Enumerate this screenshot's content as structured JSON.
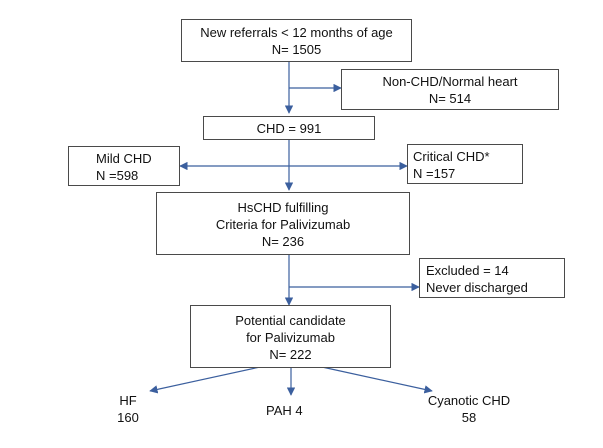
{
  "nodes": {
    "referrals": {
      "line1": "New referrals < 12 months of age",
      "line2": "N= 1505"
    },
    "non_chd": {
      "line1": "Non-CHD/Normal heart",
      "line2": "N= 514"
    },
    "chd": {
      "line1": "CHD = 991"
    },
    "mild": {
      "line1": "Mild CHD",
      "line2": "N =598"
    },
    "critical": {
      "line1": "Critical CHD*",
      "line2": "N =157"
    },
    "hschd": {
      "line1": "HsCHD fulfilling",
      "line2": "Criteria for Palivizumab",
      "line3": "N= 236"
    },
    "excluded": {
      "line1": "Excluded = 14",
      "line2": "Never discharged"
    },
    "candidate": {
      "line1": "Potential candidate",
      "line2": "for Palivizumab",
      "line3": "N= 222"
    }
  },
  "outcomes": {
    "hf": {
      "line1": "HF",
      "line2": "160"
    },
    "pah": {
      "line1": "PAH 4"
    },
    "cyanotic": {
      "line1": "Cyanotic CHD",
      "line2": "58"
    }
  },
  "colors": {
    "arrow": "#3b5f9e",
    "border": "#4a4a4a"
  }
}
